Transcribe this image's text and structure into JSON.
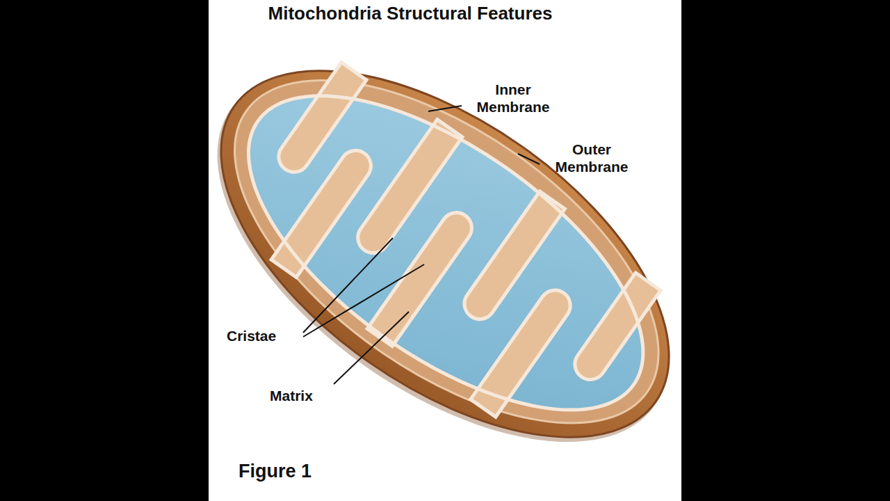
{
  "diagram": {
    "title": "Mitochondria Structural Features",
    "caption": "Figure 1",
    "labels": [
      "Inner Membrane",
      "Outer Membrane",
      "Cristae",
      "Matrix"
    ]
  }
}
